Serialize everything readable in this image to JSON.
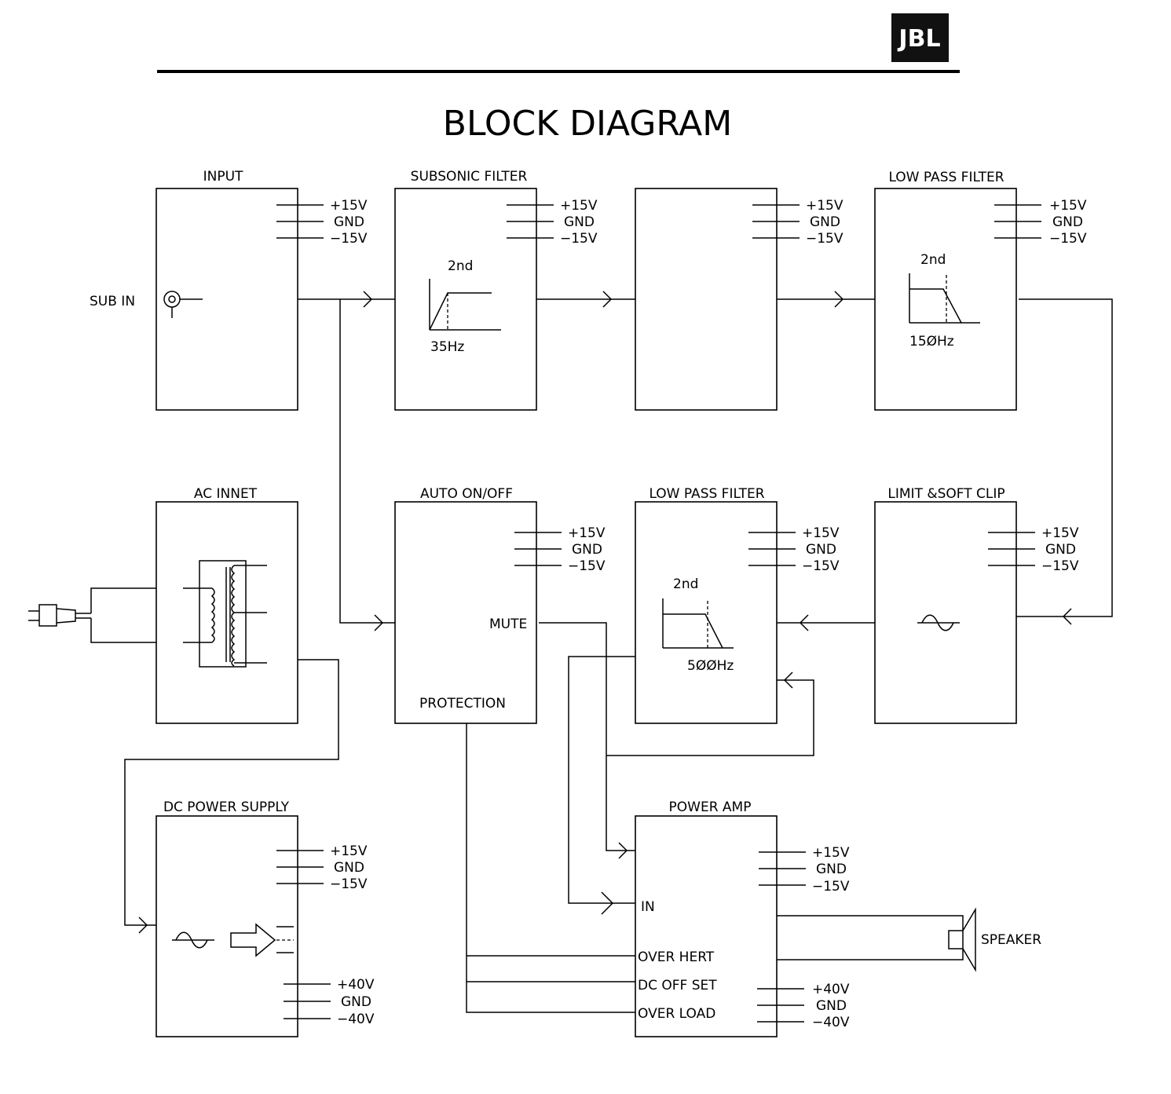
{
  "logo": "JBL",
  "title": "BLOCK DIAGRAM",
  "rail_labels": {
    "pos15": "+15V",
    "gnd": "GND",
    "neg15": "−15V",
    "pos40": "+40V",
    "neg40": "−40V"
  },
  "blocks": {
    "input": {
      "title": "INPUT",
      "port": "SUB  IN"
    },
    "subsonic": {
      "title": "SUBSONIC FILTER",
      "order": "2nd",
      "freq": "35Hz"
    },
    "blank": {
      "title": ""
    },
    "lpf_top": {
      "title": "LOW PASS FILTER",
      "order": "2nd",
      "freq": "15ØHz"
    },
    "ac": {
      "title": "AC INNET"
    },
    "auto": {
      "title": "AUTO ON/OFF",
      "mute": "MUTE",
      "protection": "PROTECTION"
    },
    "lpf_mid": {
      "title": "LOW PASS FILTER",
      "order": "2nd",
      "freq": "5ØØHz"
    },
    "limit": {
      "title": "LIMIT &SOFT CLIP"
    },
    "dc": {
      "title": "DC POWER SUPPLY"
    },
    "amp": {
      "title": "POWER AMP",
      "in": "IN",
      "over_heat": "OVER HERT",
      "dc_offset": "DC OFF SET",
      "over_load": "OVER LOAD"
    }
  },
  "speaker": "SPEAKER"
}
